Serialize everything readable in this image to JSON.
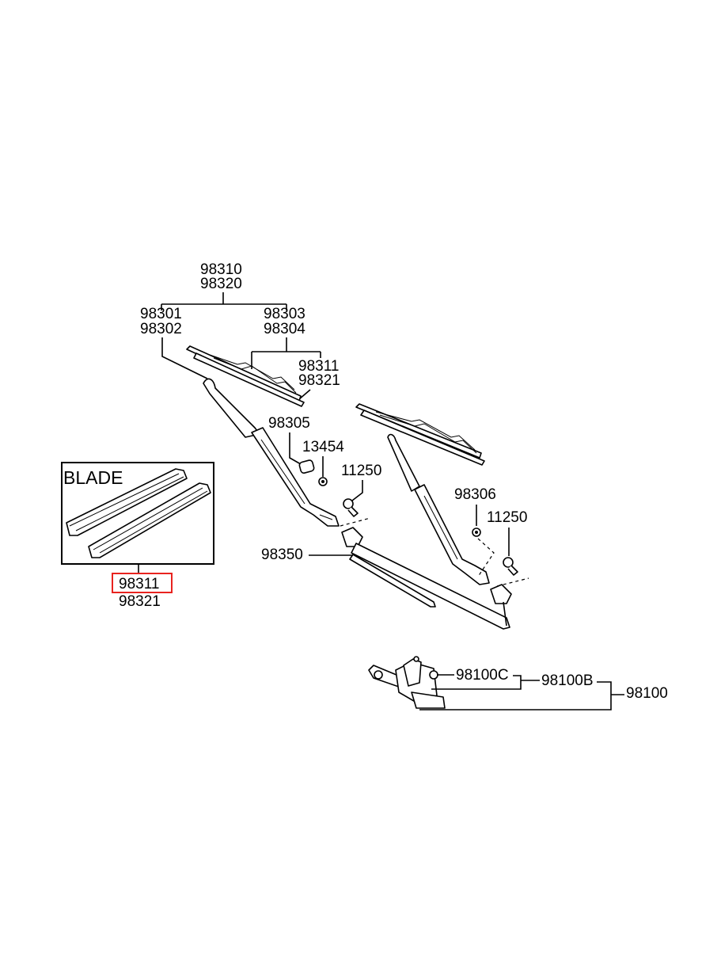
{
  "labels": {
    "p98310": "98310",
    "p98320": "98320",
    "p98301": "98301",
    "p98302": "98302",
    "p98303": "98303",
    "p98304": "98304",
    "p98311": "98311",
    "p98321": "98321",
    "p98305": "98305",
    "p13454": "13454",
    "p11250a": "11250",
    "p98306": "98306",
    "p11250b": "11250",
    "p98350": "98350",
    "p98100C": "98100C",
    "p98100B": "98100B",
    "p98100": "98100"
  },
  "inset": {
    "title": "BLADE",
    "label_top": "98311",
    "label_bottom": "98321"
  },
  "highlight_color": "#e8231f"
}
